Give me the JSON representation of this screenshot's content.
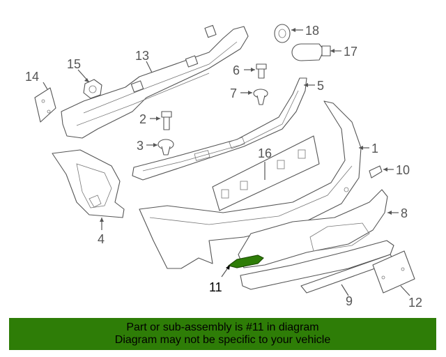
{
  "diagram": {
    "callouts": {
      "c1": "1",
      "c2": "2",
      "c3": "3",
      "c4": "4",
      "c5": "5",
      "c6": "6",
      "c7": "7",
      "c8": "8",
      "c9": "9",
      "c10": "10",
      "c11": "11",
      "c12": "12",
      "c13": "13",
      "c14": "14",
      "c15": "15",
      "c16": "16",
      "c17": "17",
      "c18": "18"
    },
    "highlighted_part": "11",
    "highlight_color": "#2e7d07"
  },
  "banner": {
    "line1": "Part or sub-assembly is #11 in diagram",
    "line2": "Diagram may not be specific to your vehicle",
    "background": "#2e7d07"
  }
}
